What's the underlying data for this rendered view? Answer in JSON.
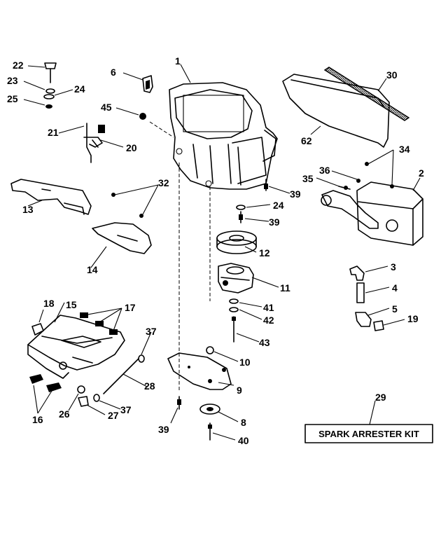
{
  "labels": {
    "p1": "1",
    "p2": "2",
    "p3": "3",
    "p4": "4",
    "p5": "5",
    "p6": "6",
    "p8": "8",
    "p9": "9",
    "p10": "10",
    "p11": "11",
    "p12": "12",
    "p13": "13",
    "p14": "14",
    "p15": "15",
    "p16": "16",
    "p17": "17",
    "p18": "18",
    "p19": "19",
    "p20": "20",
    "p21": "21",
    "p22": "22",
    "p23": "23",
    "p24": "24",
    "p24b": "24",
    "p25": "25",
    "p26": "26",
    "p27": "27",
    "p28": "28",
    "p29": "29",
    "p30": "30",
    "p32": "32",
    "p34": "34",
    "p35": "35",
    "p36": "36",
    "p37": "37",
    "p37b": "37",
    "p39": "39",
    "p39b": "39",
    "p39c": "39",
    "p40": "40",
    "p41": "41",
    "p42": "42",
    "p43": "43",
    "p45": "45",
    "p62": "62"
  },
  "kit": {
    "title": "SPARK ARRESTER KIT"
  }
}
